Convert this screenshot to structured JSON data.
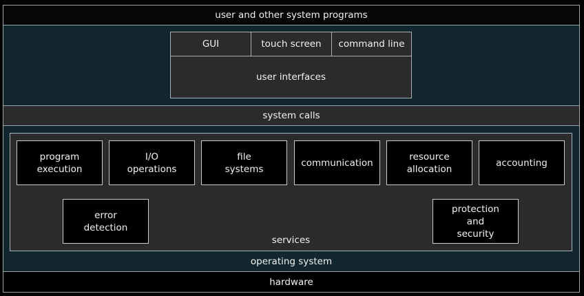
{
  "layers": {
    "top": "user and other system programs",
    "user_interfaces": {
      "items": [
        "GUI",
        "touch screen",
        "command line"
      ],
      "label": "user interfaces"
    },
    "system_calls": "system calls",
    "services": {
      "label": "services",
      "items": [
        "program execution",
        "I/O operations",
        "file systems",
        "communication",
        "resource allocation",
        "accounting",
        "error detection",
        "protection and security"
      ]
    },
    "operating_system": "operating system",
    "hardware": "hardware"
  }
}
